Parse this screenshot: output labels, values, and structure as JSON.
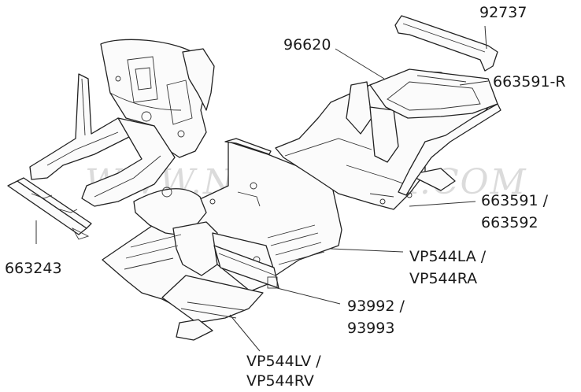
{
  "watermark": "WWW.NORDICAR.COM",
  "labels": {
    "p92737": "92737",
    "p96620": "96620",
    "p663591r": "663591-R",
    "p663591_l1": "663591 /",
    "p663591_l2": "663592",
    "p663243": "663243",
    "pvp544la_l1": "VP544LA /",
    "pvp544la_l2": "VP544RA",
    "p93992_l1": "93992 /",
    "p93992_l2": "93993",
    "pvp544lv_l1": "VP544LV /",
    "pvp544lv_l2": "VP544RV"
  }
}
